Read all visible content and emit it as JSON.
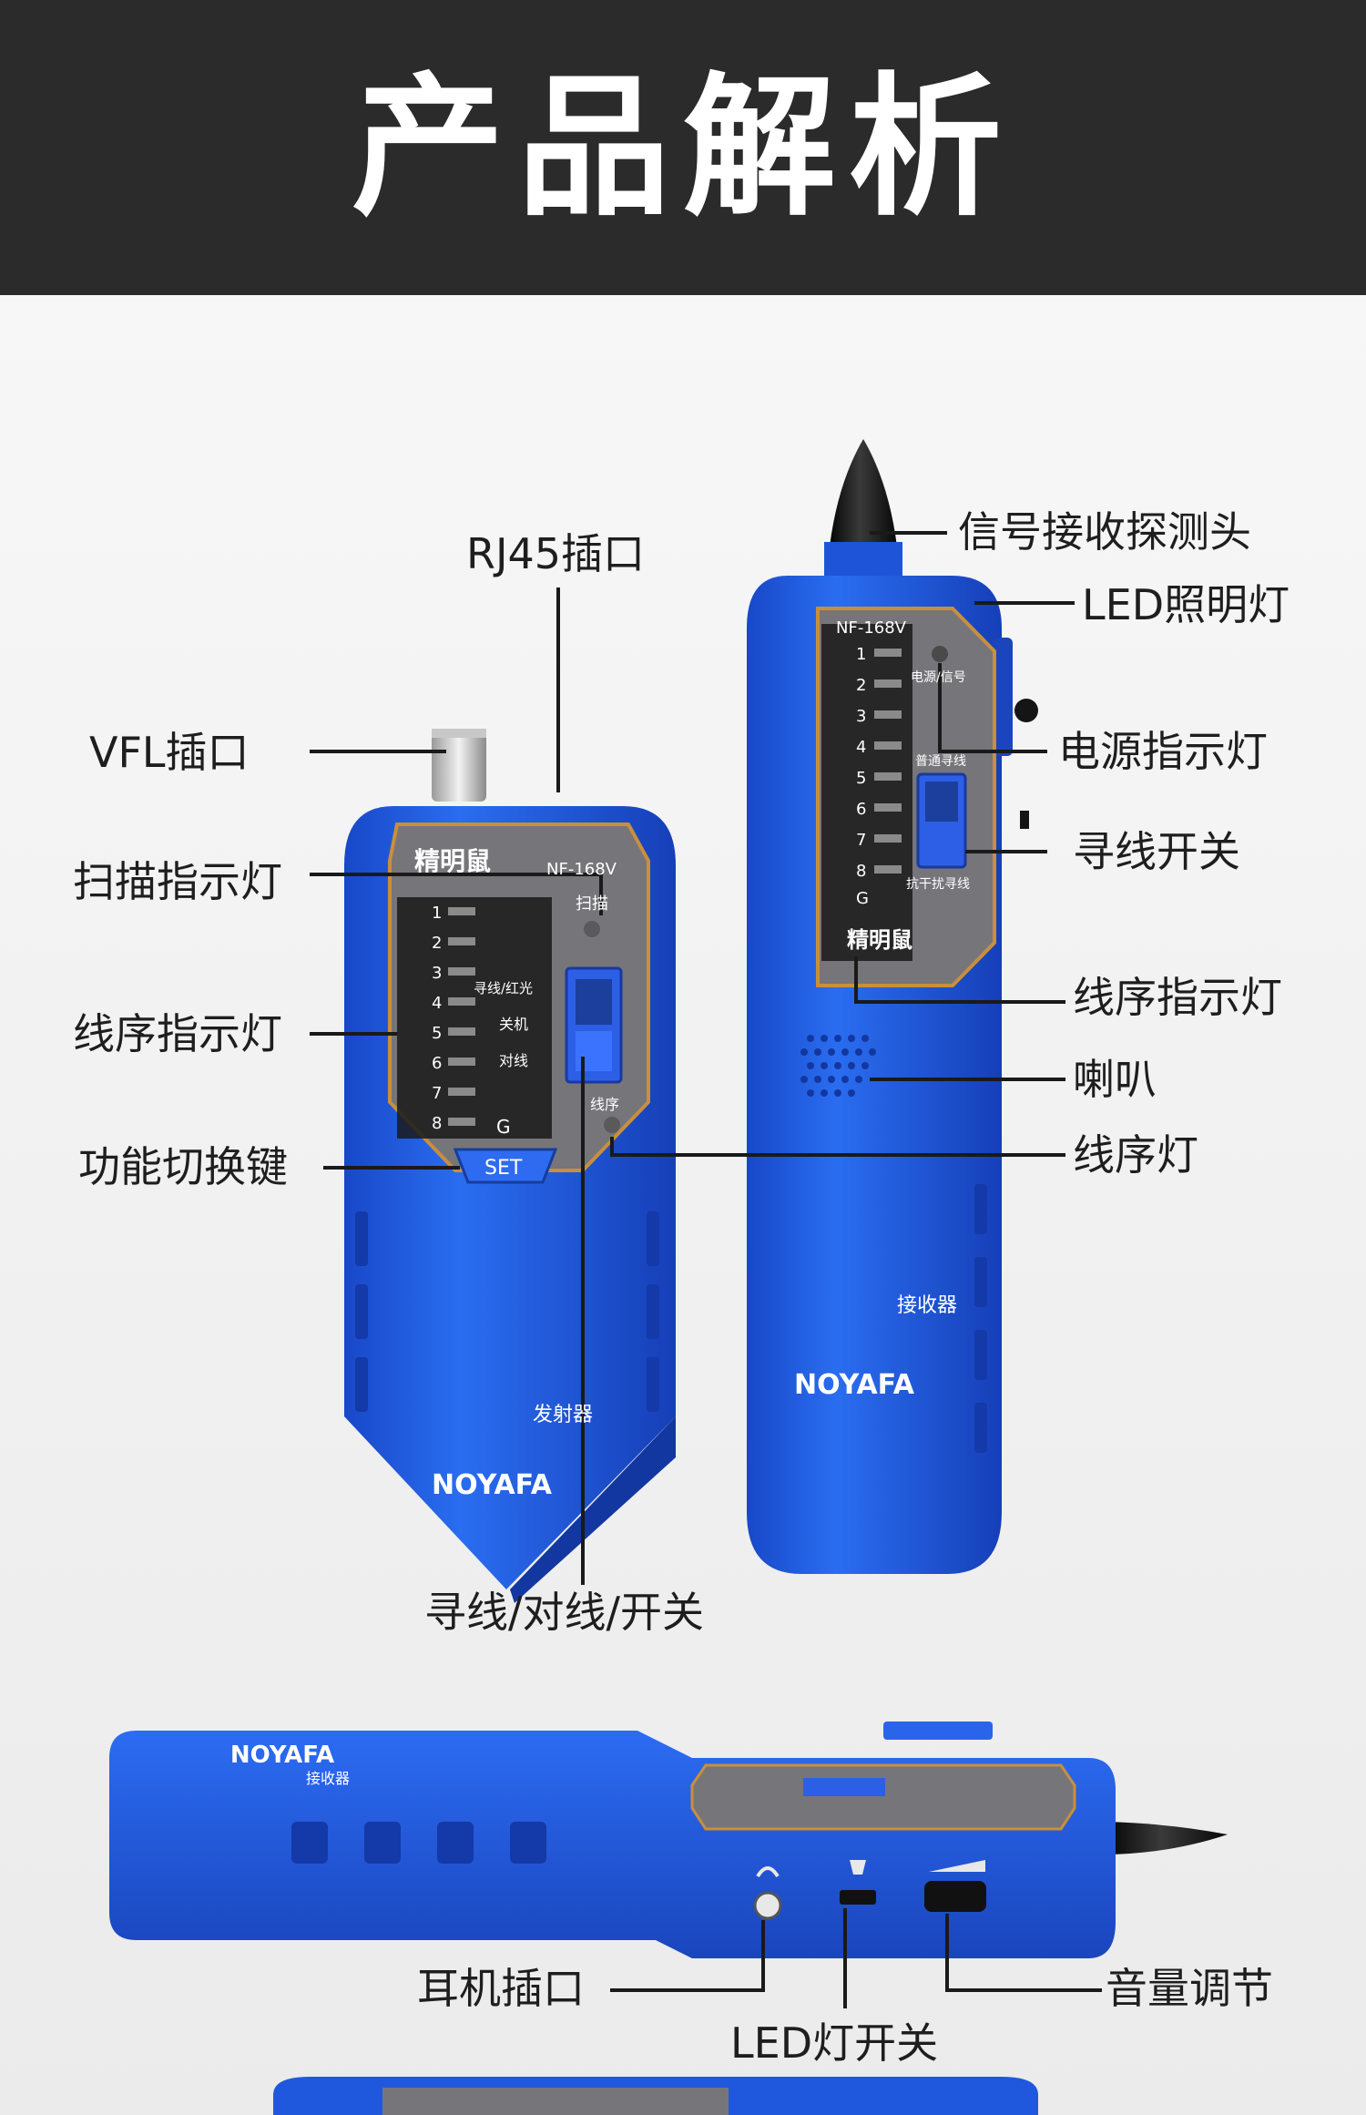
{
  "header": {
    "title": "产品解析"
  },
  "labels": {
    "rj45": "RJ45插口",
    "vfl": "VFL插口",
    "scan_led": "扫描指示灯",
    "wire_led_left": "线序指示灯",
    "func_key": "功能切换键",
    "mode_switch": "寻线/对线/开关",
    "probe": "信号接收探测头",
    "led_light": "LED照明灯",
    "power_led": "电源指示灯",
    "trace_switch": "寻线开关",
    "wire_led_right": "线序指示灯",
    "speaker": "喇叭",
    "wire_lamp": "线序灯",
    "earphone": "耳机插口",
    "volume": "音量调节",
    "led_switch": "LED灯开关"
  },
  "transmitter": {
    "logo": "精明鼠",
    "model": "NF-168V",
    "scan": "扫描",
    "pins": [
      "1",
      "2",
      "3",
      "4",
      "5",
      "6",
      "7",
      "8"
    ],
    "ground": "G",
    "switch_top": "寻线/红光",
    "switch_mid": "关机",
    "switch_bottom": "对线",
    "wire_order": "线序",
    "set_button": "SET",
    "brand": "NOYAFA",
    "type": "发射器"
  },
  "receiver": {
    "model": "NF-168V",
    "power_signal": "电源/信号",
    "pins": [
      "1",
      "2",
      "3",
      "4",
      "5",
      "6",
      "7",
      "8"
    ],
    "ground": "G",
    "normal_trace": "普通寻线",
    "anti_interference": "抗干扰寻线",
    "logo": "精明鼠",
    "brand": "NOYAFA",
    "type": "接收器"
  },
  "colors": {
    "header_bg": "#2b2b2b",
    "device_blue": "#1f5ce8",
    "panel_gray": "#76757a"
  },
  "icons": [
    "headphone-icon",
    "flashlight-icon",
    "volume-wedge-icon"
  ]
}
